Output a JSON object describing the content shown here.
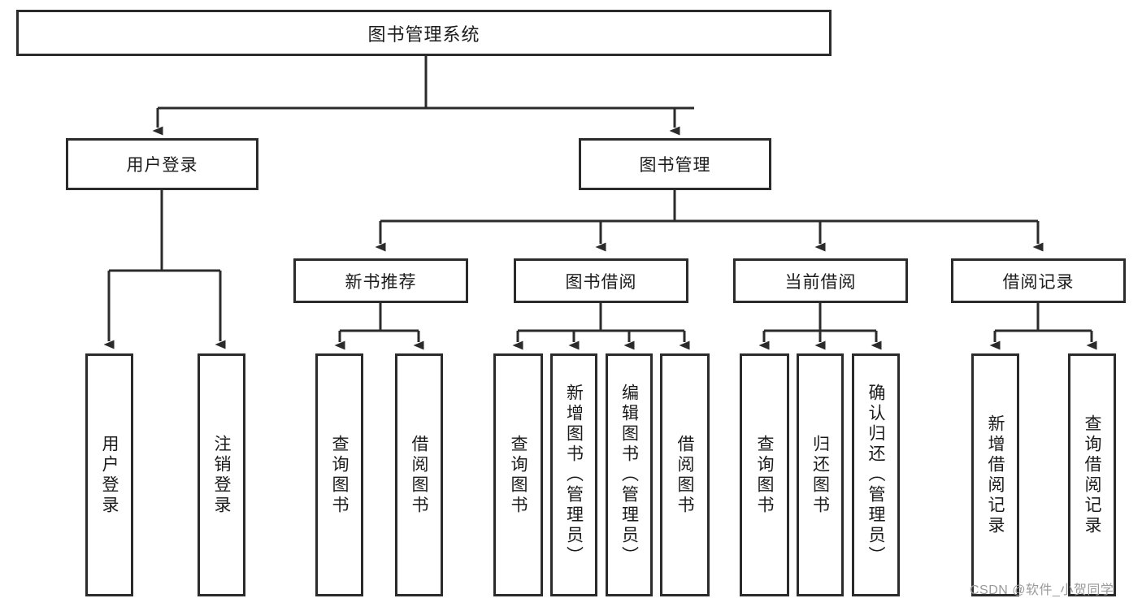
{
  "diagram": {
    "title": "图书管理系统",
    "type": "tree-hierarchy",
    "root": {
      "label": "图书管理系统"
    },
    "level2": [
      {
        "id": "user-login",
        "label": "用户登录"
      },
      {
        "id": "book-manage",
        "label": "图书管理"
      }
    ],
    "level3": [
      {
        "id": "new-book-recommend",
        "label": "新书推荐",
        "parent": "book-manage"
      },
      {
        "id": "book-borrow",
        "label": "图书借阅",
        "parent": "book-manage"
      },
      {
        "id": "current-borrow",
        "label": "当前借阅",
        "parent": "book-manage"
      },
      {
        "id": "borrow-record",
        "label": "借阅记录",
        "parent": "book-manage"
      }
    ],
    "leaves": {
      "user_login": [
        {
          "id": "leaf-user-login",
          "label": "用户登录"
        },
        {
          "id": "leaf-logout",
          "label": "注销登录"
        }
      ],
      "new_book_recommend": [
        {
          "id": "leaf-query-book-1",
          "label": "查询图书"
        },
        {
          "id": "leaf-borrow-book-1",
          "label": "借阅图书"
        }
      ],
      "book_borrow": [
        {
          "id": "leaf-query-book-2",
          "label": "查询图书"
        },
        {
          "id": "leaf-add-book",
          "label": "新增图书（管理员）"
        },
        {
          "id": "leaf-edit-book",
          "label": "编辑图书（管理员）"
        },
        {
          "id": "leaf-borrow-book-2",
          "label": "借阅图书"
        }
      ],
      "current_borrow": [
        {
          "id": "leaf-query-book-3",
          "label": "查询图书"
        },
        {
          "id": "leaf-return-book",
          "label": "归还图书"
        },
        {
          "id": "leaf-confirm-return",
          "label": "确认归还（管理员）"
        }
      ],
      "borrow_record": [
        {
          "id": "leaf-add-record",
          "label": "新增借阅记录"
        },
        {
          "id": "leaf-query-record",
          "label": "查询借阅记录"
        }
      ]
    }
  },
  "watermark": {
    "text": "CSDN @软件_小贺同学"
  },
  "colors": {
    "stroke": "#2b2b2b",
    "text": "#1b1b1b",
    "background": "#ffffff",
    "watermark": "#9a9a9a"
  }
}
